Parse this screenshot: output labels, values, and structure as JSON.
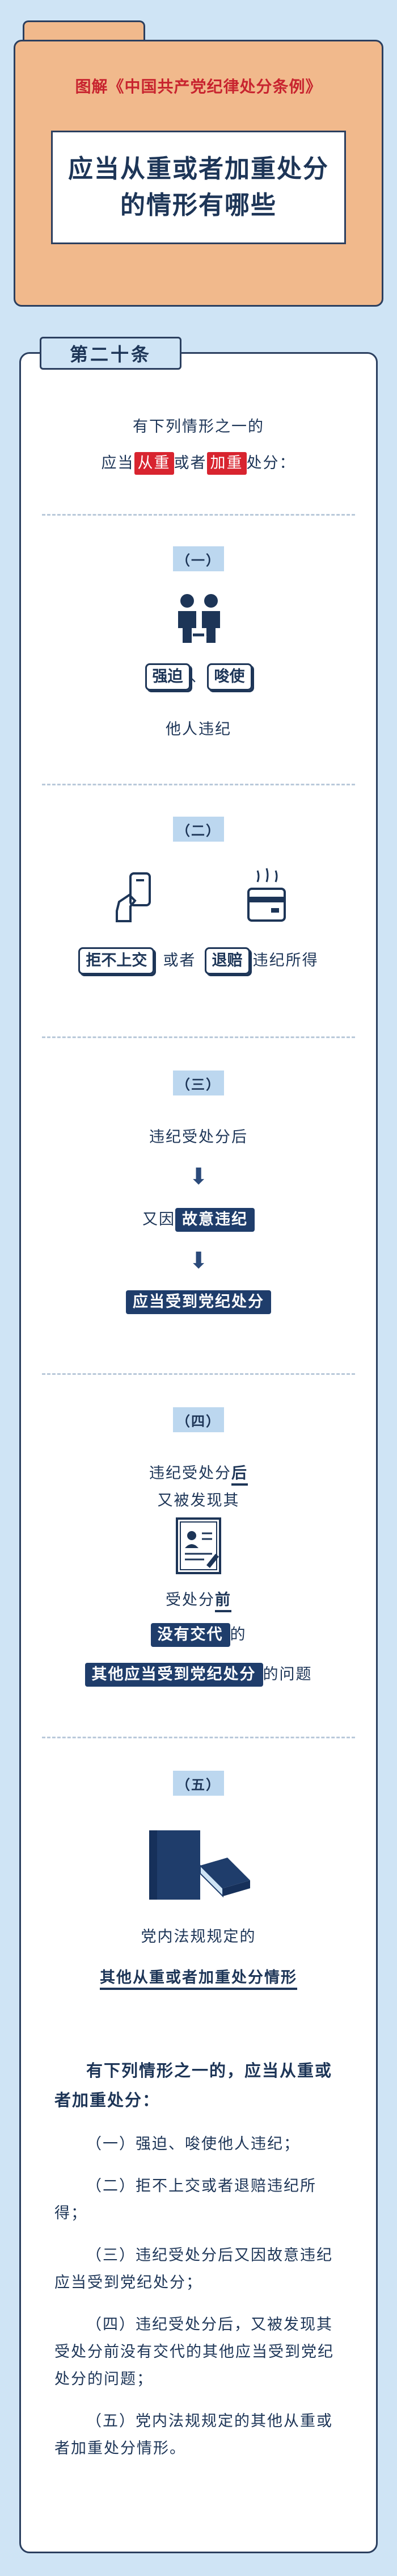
{
  "header": {
    "subtitle": "图解《中国共产党纪律处分条例》",
    "title": "应当从重或者加重处分的情形有哪些"
  },
  "article": "第二十条",
  "intro": {
    "line1": "有下列情形之一的",
    "pre": "应当",
    "tag1": "从重",
    "mid": "或者",
    "tag2": "加重",
    "post": "处分："
  },
  "sections": [
    {
      "num": "（一）",
      "tag_a": "强迫",
      "sep": "、",
      "tag_b": "唆使",
      "text": "他人违纪"
    },
    {
      "num": "（二）",
      "tag_a": "拒不上交",
      "mid": "或者",
      "tag_b": "退赔",
      "text": "违纪所得"
    },
    {
      "num": "（三）",
      "line1": "违纪受处分后",
      "line2_pre": "又因",
      "line2_tag": "故意违纪",
      "line3_tag": "应当受到党纪处分"
    },
    {
      "num": "（四）",
      "line1_pre": "违纪受处分",
      "line1_bold": "后",
      "line2": "又被发现其",
      "line3_pre": "受处分",
      "line3_bold": "前",
      "line4_tag": "没有交代",
      "line4_post": "的",
      "line5_tag": "其他应当受到党纪处分",
      "line5_post": "的问题"
    },
    {
      "num": "（五）",
      "line1": "党内法规规定的",
      "line2": "其他从重或者加重处分情形"
    }
  ],
  "summary": {
    "head": "有下列情形之一的，应当从重或者加重处分：",
    "items": [
      "（一）强迫、唆使他人违纪；",
      "（二）拒不上交或者退赔违纪所得；",
      "（三）违纪受处分后又因故意违纪应当受到党纪处分；",
      "（四）违纪受处分后，又被发现其受处分前没有交代的其他应当受到党纪处分的问题；",
      "（五）党内法规规定的其他从重或者加重处分情形。"
    ]
  },
  "colors": {
    "background": "#cfe4f5",
    "folder": "#f1b98c",
    "navy": "#1d3557",
    "red": "#d8242f"
  }
}
